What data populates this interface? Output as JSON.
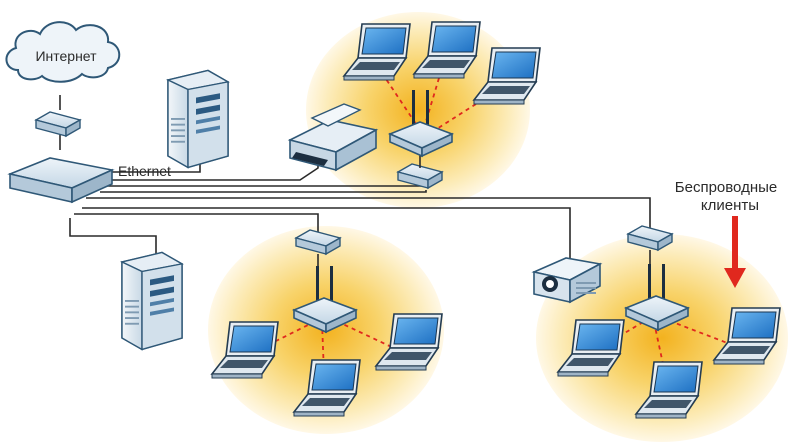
{
  "diagram": {
    "internet_label": "Интернет",
    "ethernet_label": "Ethernet",
    "wireless_label_line1": "Беспроводные",
    "wireless_label_line2": "клиенты"
  },
  "colors": {
    "device_fill": "#d9e6f0",
    "device_stroke": "#3b6a8c",
    "cable": "#2a2a2a",
    "wireless_link": "#e0281e",
    "glow": "#f6c14a",
    "screen": "#3a8fd8",
    "arrow": "#e0281e"
  }
}
